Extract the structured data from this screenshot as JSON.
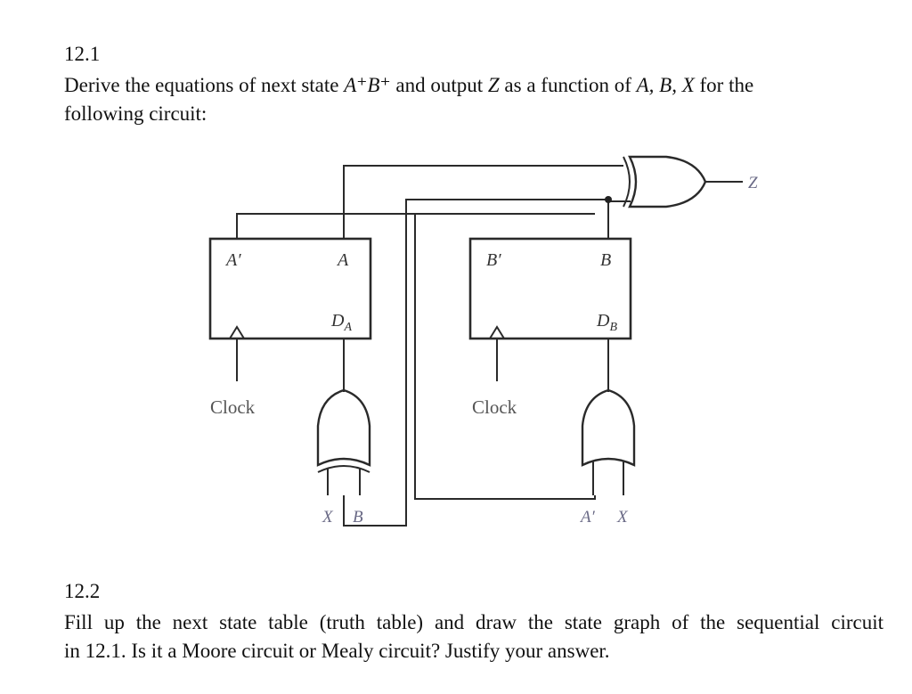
{
  "q1": {
    "number": "12.1",
    "text_part1": "Derive the equations of next state ",
    "math_next_state": "A⁺B⁺",
    "text_part2": " and output ",
    "math_output": "Z",
    "text_part3": " as a function of ",
    "math_vars": "A, B, X",
    "text_part4": " for the",
    "text_line2": "following circuit:"
  },
  "circuit": {
    "ff_a": {
      "q_bar": "A′",
      "q": "A",
      "d_main": "D",
      "d_sub": "A"
    },
    "ff_b": {
      "q_bar": "B′",
      "q": "B",
      "d_main": "D",
      "d_sub": "B"
    },
    "clock_a": "Clock",
    "clock_b": "Clock",
    "xor_a_inputs": [
      "X",
      "B"
    ],
    "or_b_inputs": [
      "A′",
      "X"
    ],
    "output": "Z"
  },
  "q2": {
    "number": "12.2",
    "line1": "Fill up the next state table (truth table) and draw the state graph of the sequential circuit",
    "line2": "in 12.1. Is it a Moore circuit or Mealy circuit? Justify your answer."
  }
}
